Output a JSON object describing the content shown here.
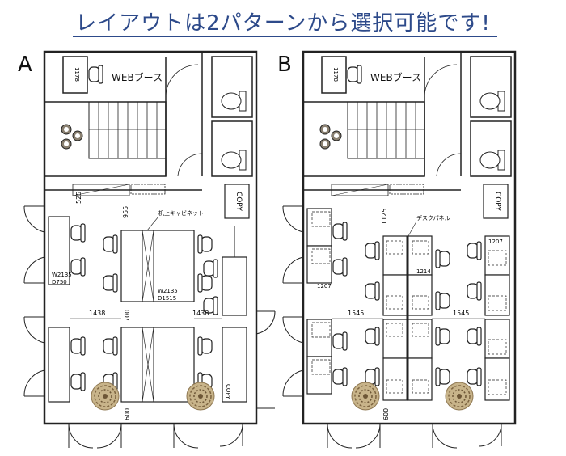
{
  "title": "レイアウトは2パターンから選択可能です!",
  "plans": [
    {
      "letter": "A",
      "web_booth": "WEBブース",
      "booth_dim": "1178",
      "copy": "COPY",
      "cabinet_label": "机上キャビネット",
      "dims": {
        "top_gap": "525",
        "aisle_top": "955",
        "left_desk": "W2135\nD750",
        "center_desk": "W2135\nD1515",
        "left_row": "1438",
        "right_row": "1438",
        "mid": "700",
        "bottom": "600"
      }
    },
    {
      "letter": "B",
      "web_booth": "WEBブース",
      "booth_dim": "1178",
      "copy": "COPY",
      "panel_label": "デスクパネル",
      "dims": {
        "aisle_top": "1125",
        "left_desk": "1207",
        "center_panel": "1214",
        "right_desk": "1207",
        "left_row": "1545",
        "right_row": "1545",
        "bottom": "600"
      }
    }
  ],
  "colors": {
    "title": "#2d4a8a",
    "line": "#222222",
    "plant": "#b39a6a",
    "stool": "#8a8070"
  }
}
